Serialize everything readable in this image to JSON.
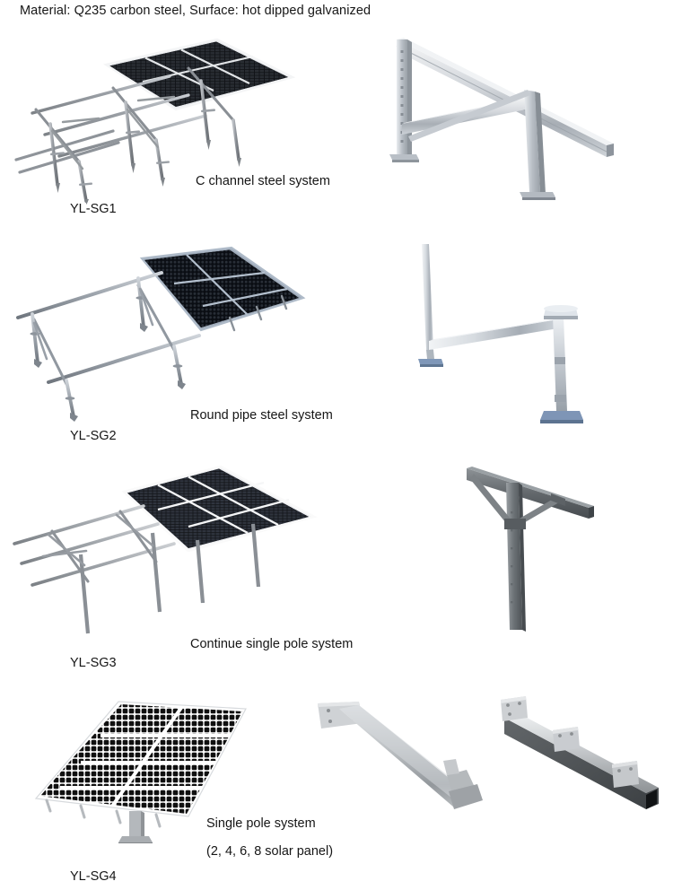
{
  "header": {
    "material_note": "Material: Q235 carbon steel, Surface: hot dipped galvanized"
  },
  "sections": [
    {
      "code": "YL-SG1",
      "caption": "C channel steel system",
      "render_name": "c-channel-ground-mount-render",
      "photo_name": "c-channel-frame-photo",
      "panel_grid": {
        "rows": 2,
        "cols": 3
      },
      "frame_color": "#8d9298",
      "panel_cell_color": "#111111",
      "panel_frame_color": "#e8eaec"
    },
    {
      "code": "YL-SG2",
      "caption": "Round pipe steel system",
      "render_name": "round-pipe-ground-mount-render",
      "photo_name": "round-pipe-frame-photo",
      "panel_grid": {
        "rows": 3,
        "cols": 2
      },
      "frame_color": "#9aa1a8",
      "panel_cell_color": "#0b0b10",
      "panel_frame_color": "#aab4c2"
    },
    {
      "code": "YL-SG3",
      "caption": "Continue single pole system",
      "render_name": "continue-single-pole-render",
      "photo_name": "single-pole-bracket-photo",
      "panel_grid": {
        "rows": 2,
        "cols": 4
      },
      "frame_color": "#9b9ea3",
      "panel_cell_color": "#1b1b1b",
      "panel_frame_color": "#f2f3f4"
    },
    {
      "code": "YL-SG4",
      "caption": "Single pole system",
      "caption_sub": "(2, 4, 6, 8 solar panel)",
      "render_name": "single-pole-array-render",
      "photo_name": "diagonal-strut-photo",
      "photo_name_2": "square-tube-beam-photo",
      "panel_grid": {
        "rows": 4,
        "cols": 2
      },
      "frame_color": "#b9bdc1",
      "panel_cell_color": "#0f0f0f",
      "panel_frame_color": "#ffffff"
    }
  ],
  "colors": {
    "text": "#161616",
    "steel_light": "#d8dbdf",
    "steel_mid": "#a9aeb4",
    "steel_dark": "#6e7479",
    "galv_blue": "#6e86a8",
    "background": "#ffffff"
  }
}
